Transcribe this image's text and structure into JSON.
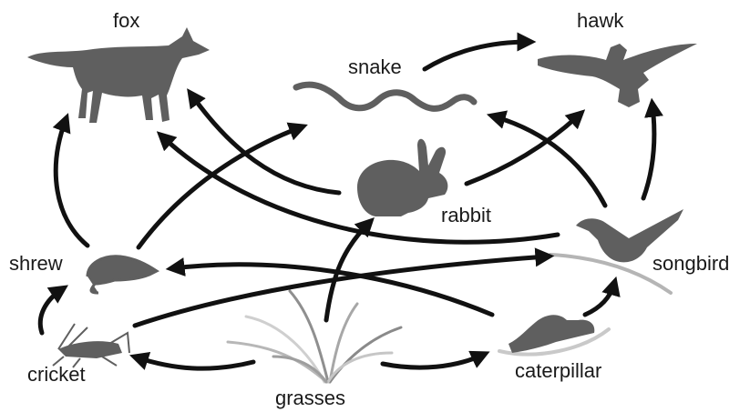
{
  "labels": {
    "fox": "fox",
    "hawk": "hawk",
    "snake": "snake",
    "rabbit": "rabbit",
    "shrew": "shrew",
    "songbird": "songbird",
    "cricket": "cricket",
    "caterpillar": "caterpillar",
    "grasses": "grasses"
  },
  "icons": {
    "fox": "fox-icon",
    "hawk": "hawk-icon",
    "snake": "snake-icon",
    "rabbit": "rabbit-icon",
    "shrew": "shrew-icon",
    "songbird": "songbird-icon",
    "cricket": "cricket-icon",
    "caterpillar": "caterpillar-icon",
    "grasses": "grasses-icon"
  },
  "colors": {
    "organism": "#5f5f5f",
    "arrow": "#111111",
    "label": "#1a1a1a"
  },
  "food_web": [
    {
      "from": "grasses",
      "to": "cricket"
    },
    {
      "from": "grasses",
      "to": "caterpillar"
    },
    {
      "from": "grasses",
      "to": "rabbit"
    },
    {
      "from": "cricket",
      "to": "shrew"
    },
    {
      "from": "cricket",
      "to": "songbird"
    },
    {
      "from": "caterpillar",
      "to": "songbird"
    },
    {
      "from": "caterpillar",
      "to": "shrew"
    },
    {
      "from": "shrew",
      "to": "fox"
    },
    {
      "from": "shrew",
      "to": "snake"
    },
    {
      "from": "rabbit",
      "to": "fox"
    },
    {
      "from": "rabbit",
      "to": "hawk"
    },
    {
      "from": "snake",
      "to": "hawk"
    },
    {
      "from": "songbird",
      "to": "fox"
    },
    {
      "from": "songbird",
      "to": "snake"
    },
    {
      "from": "songbird",
      "to": "hawk"
    }
  ]
}
